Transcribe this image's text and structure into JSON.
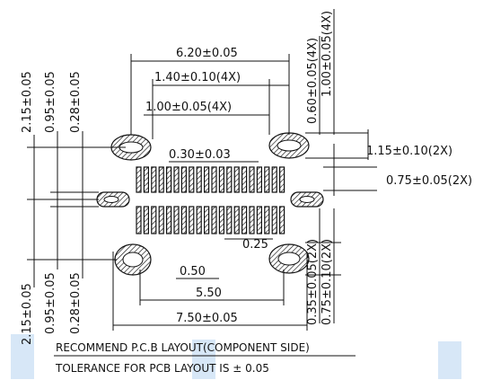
{
  "dimensions": {
    "top_width": "6.20±0.05",
    "slot_outer_pitch": "1.40±0.10(4X)",
    "slot_inner_width": "1.00±0.05(4X)",
    "slot_height_small": "0.60±0.05(4X)",
    "slot_height_large": "1.00±0.05(4X)",
    "right_upper": "1.15±0.10(2X)",
    "right_lower": "0.75±0.05(2X)",
    "pin_pitch": "0.30±0.03",
    "pin_width": "0.25",
    "left_top_outer": "2.15±0.05",
    "left_top_mid": "0.95±0.05",
    "left_top_inner": "0.28±0.05",
    "left_bottom_outer": "2.15±0.05",
    "left_bottom_mid": "0.95±0.05",
    "left_bottom_inner": "0.28±0.05",
    "pad_pitch": "0.50",
    "inner_span": "5.50",
    "outer_span": "7.50±0.05",
    "right_bottom_small": "0.35±0.05(2X)",
    "right_bottom_large": "0.75±0.10(2X)"
  },
  "notes": {
    "layout_title": "RECOMMEND P.C.B LAYOUT(COMPONENT SIDE)",
    "tolerance": "TOLERANCE FOR PCB LAYOUT IS ± 0.05"
  }
}
